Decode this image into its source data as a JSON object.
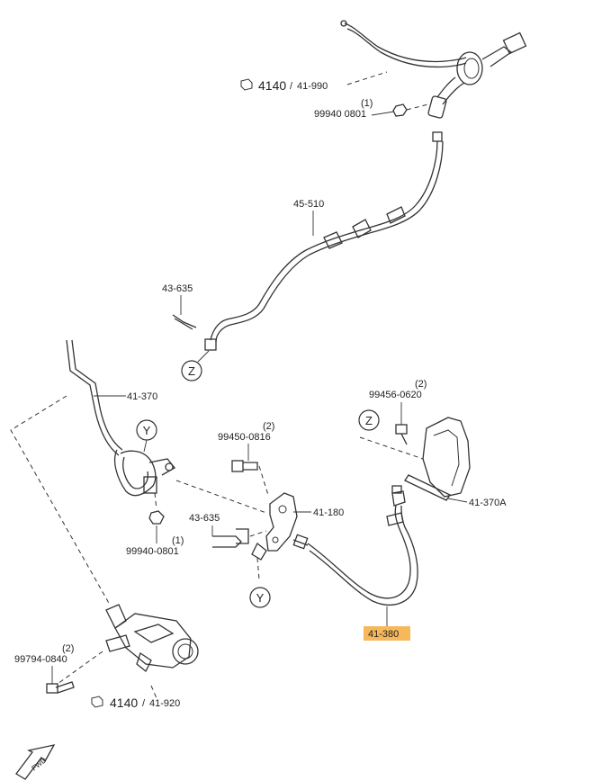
{
  "diagram": {
    "labels": {
      "ref_top_main": "4140",
      "ref_top_sub": "41-990",
      "ref_bottom_main": "4140",
      "ref_bottom_sub": "41-920",
      "nut_top_qty": "(1)",
      "nut_top_code": "99940 0801",
      "pipe_45_510": "45-510",
      "clip_43_635_top": "43-635",
      "pedal_41_370": "41-370",
      "circle_y_top": "Y",
      "bolt_99450_qty": "(2)",
      "bolt_99450_code": "99450-0816",
      "clip_43_635_mid": "43-635",
      "nut_mid_qty": "(1)",
      "nut_mid_code": "99940-0801",
      "bracket_41_180": "41-180",
      "circle_y_bottom": "Y",
      "circle_z_left": "Z",
      "circle_z_right": "Z",
      "bolt_99456_qty": "(2)",
      "bolt_99456_code": "99456-0620",
      "bracket_41_370a": "41-370A",
      "hose_41_380": "41-380",
      "bolt_99794_qty": "(2)",
      "bolt_99794_code": "99794-0840",
      "arrow_mark": "FWD"
    },
    "highlight_color": "#f6b85a"
  }
}
